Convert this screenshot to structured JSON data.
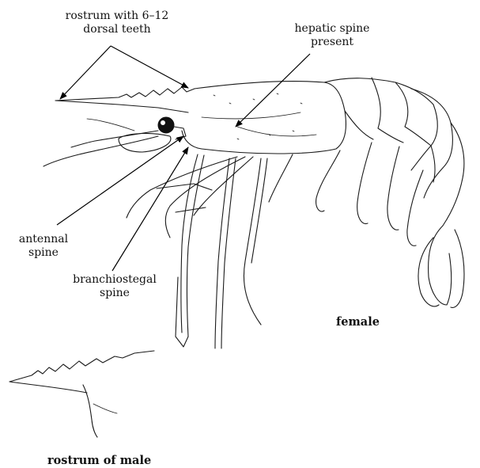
{
  "labels": {
    "rostrum_teeth": [
      "rostrum with 6–12",
      "dorsal teeth"
    ],
    "hepatic": [
      "hepatic spine",
      "present"
    ],
    "antennal": [
      "antennal",
      "spine"
    ],
    "branchiostegal": [
      "branchiostegal",
      "spine"
    ],
    "female": "female",
    "rostrum_male": "rostrum of male"
  }
}
